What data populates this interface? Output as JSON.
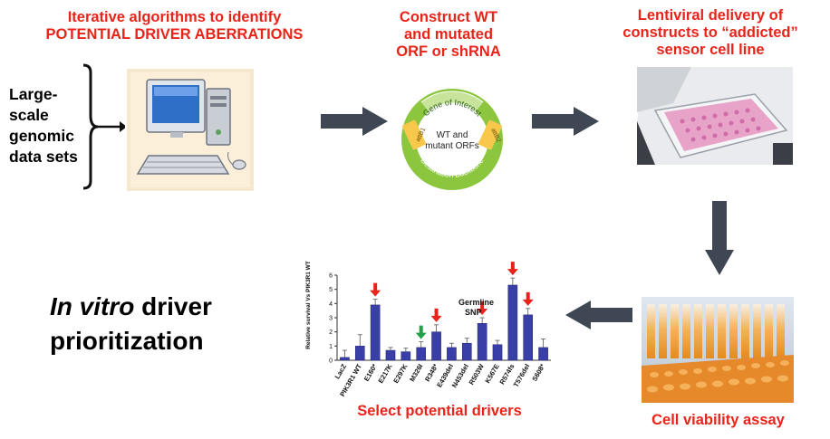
{
  "step1": {
    "line1": "Iterative algorithms to identify",
    "line2": "POTENTIAL DRIVER ABERRATIONS"
  },
  "step2": {
    "line1": "Construct WT",
    "line2": "and mutated",
    "line3": "ORF or shRNA"
  },
  "step3": {
    "line1": "Lentiviral delivery of",
    "line2": "constructs to “addicted”",
    "line3": "sensor cell line"
  },
  "input": {
    "lines": [
      "Large-",
      "scale",
      "genomic",
      "data sets"
    ]
  },
  "plasmid": {
    "center_line1": "WT and",
    "center_line2": "mutant ORFs",
    "left_label": "attB1",
    "top_label": "Gene of Interest",
    "right_label": "attB2",
    "bottom_label": "Destination Backbone"
  },
  "conclusion": {
    "italic": "In vitro",
    "rest": " driver",
    "line2": "prioritization"
  },
  "select_label": "Select potential drivers",
  "viability_label": "Cell viability assay",
  "colors": {
    "accent_red": "#e8241a",
    "arrow": "#3f4754",
    "bar": "#3a3fa8",
    "green_arrow": "#22a04a",
    "plasmid_green": "#8cc63f"
  },
  "chart_data": {
    "type": "bar",
    "ylabel": "Relative survival Vs PIK3R1 WT",
    "ylim": [
      0,
      6
    ],
    "yticks": [
      "0",
      "1",
      "2",
      "3",
      "4",
      "5",
      "6"
    ],
    "categories": [
      "LacZ",
      "PIK3R1 WT",
      "E160*",
      "E217K",
      "E297K",
      "M326I",
      "R348*",
      "E439del",
      "N453del",
      "R503W",
      "K567E",
      "R574fs",
      "T576del",
      "S608*"
    ],
    "values": [
      0.2,
      1.0,
      3.9,
      0.7,
      0.6,
      0.9,
      2.0,
      0.9,
      1.2,
      2.6,
      1.1,
      5.3,
      3.2,
      0.9
    ],
    "errors": [
      0.5,
      0.8,
      0.4,
      0.2,
      0.25,
      0.4,
      0.5,
      0.3,
      0.35,
      0.4,
      0.3,
      0.5,
      0.45,
      0.6
    ],
    "red_arrow_categories": [
      "E160*",
      "R348*",
      "R503W",
      "R574fs",
      "T576del"
    ],
    "annotation": {
      "line1": "Germline",
      "line2": "SNP",
      "target": "M326I"
    }
  }
}
